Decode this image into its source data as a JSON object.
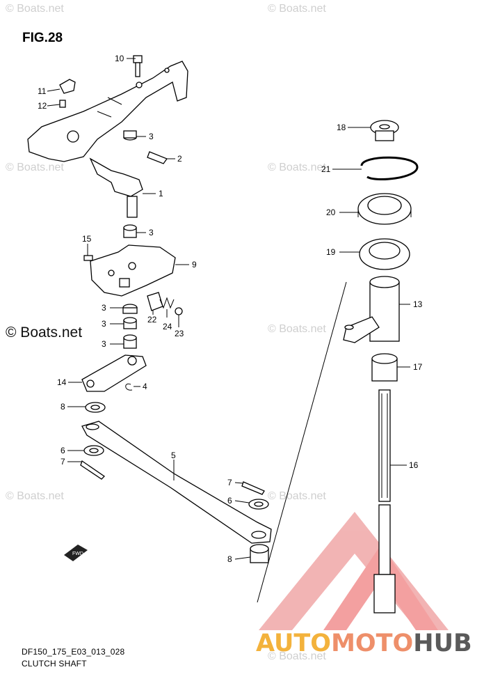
{
  "figure": "FIG.28",
  "diagram_code": "DF150_175_E03_013_028",
  "caption": "CLUTCH SHAFT",
  "copyright": "© Boats.net",
  "watermark_text": "© Boats.net",
  "brand": {
    "part1": "AUTO",
    "part2": "MOTO",
    "part3": "HUB",
    "colors": [
      "#f3b23c",
      "#ee8f6a",
      "#5a5a5a"
    ]
  },
  "callouts": {
    "c1": "1",
    "c2": "2",
    "c3a": "3",
    "c3b": "3",
    "c3c": "3",
    "c3d": "3",
    "c3e": "3",
    "c4": "4",
    "c5": "5",
    "c6a": "6",
    "c6b": "6",
    "c7a": "7",
    "c7b": "7",
    "c8a": "8",
    "c8b": "8",
    "c9": "9",
    "c10": "10",
    "c11": "11",
    "c12": "12",
    "c13": "13",
    "c14": "14",
    "c15": "15",
    "c16": "16",
    "c17": "17",
    "c18": "18",
    "c19": "19",
    "c20": "20",
    "c21": "21",
    "c22": "22",
    "c23": "23",
    "c24": "24"
  },
  "fwd_label": "FWD"
}
